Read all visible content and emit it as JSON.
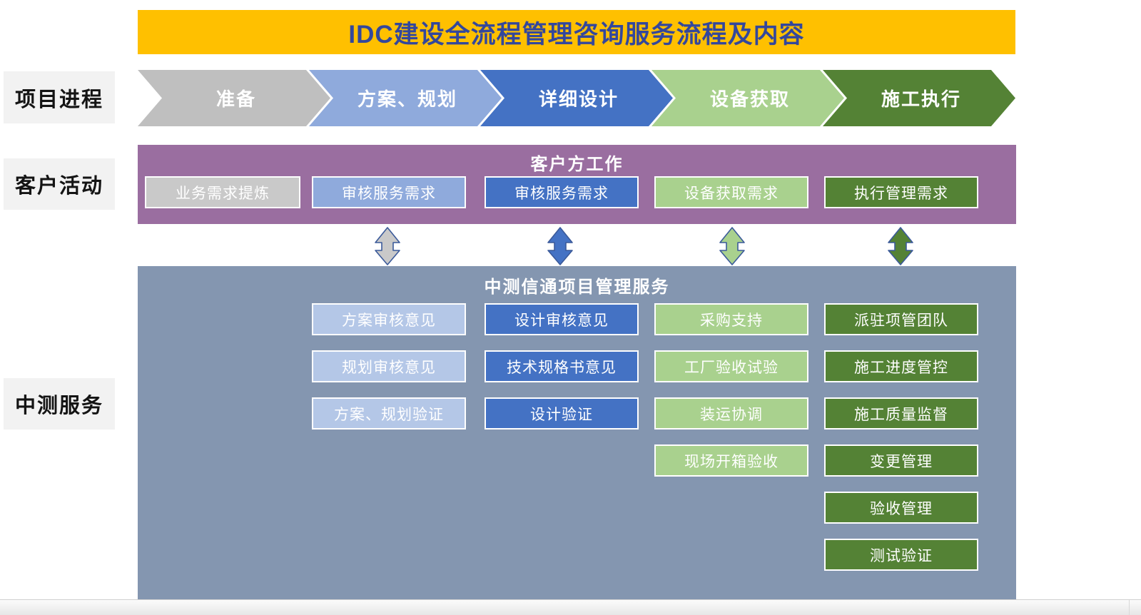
{
  "title": {
    "text": "IDC建设全流程管理咨询服务流程及内容",
    "bg": "#FFC000",
    "color": "#33479C"
  },
  "row_labels": {
    "project_progress": "项目进程",
    "customer_activity": "客户活动",
    "zhongce_service": "中测服务"
  },
  "stages": [
    {
      "label": "准备",
      "color": "#BFBFBF"
    },
    {
      "label": "方案、规划",
      "color": "#8FAADC"
    },
    {
      "label": "详细设计",
      "color": "#4472C4"
    },
    {
      "label": "设备获取",
      "color": "#A9D18E"
    },
    {
      "label": "施工执行",
      "color": "#548235"
    }
  ],
  "customer_band": {
    "header": "客户方工作",
    "bg": "#9A6EA0",
    "boxes": [
      {
        "label": "业务需求提炼",
        "color": "#C9C9C9"
      },
      {
        "label": "审核服务需求",
        "color": "#8FAADC"
      },
      {
        "label": "审核服务需求",
        "color": "#4472C4"
      },
      {
        "label": "设备获取需求",
        "color": "#A9D18E"
      },
      {
        "label": "执行管理需求",
        "color": "#548235"
      }
    ]
  },
  "connectors": {
    "stroke": "#3B5A9A",
    "items": [
      {
        "color": "#C9C9C9"
      },
      {
        "color": "#4472C4"
      },
      {
        "color": "#A9D18E"
      },
      {
        "color": "#548235"
      }
    ]
  },
  "service_panel": {
    "header": "中测信通项目管理服务",
    "bg": "#8496B0",
    "columns": [
      {
        "color": "#B4C7E7",
        "items": [
          "方案审核意见",
          "规划审核意见",
          "方案、规划验证"
        ]
      },
      {
        "color": "#4472C4",
        "items": [
          "设计审核意见",
          "技术规格书意见",
          "设计验证"
        ]
      },
      {
        "color": "#A9D18E",
        "items": [
          "采购支持",
          "工厂验收试验",
          "装运协调",
          "现场开箱验收"
        ]
      },
      {
        "color": "#548235",
        "items": [
          "派驻项管团队",
          "施工进度管控",
          "施工质量监督",
          "变更管理",
          "验收管理",
          "测试验证"
        ]
      }
    ]
  }
}
